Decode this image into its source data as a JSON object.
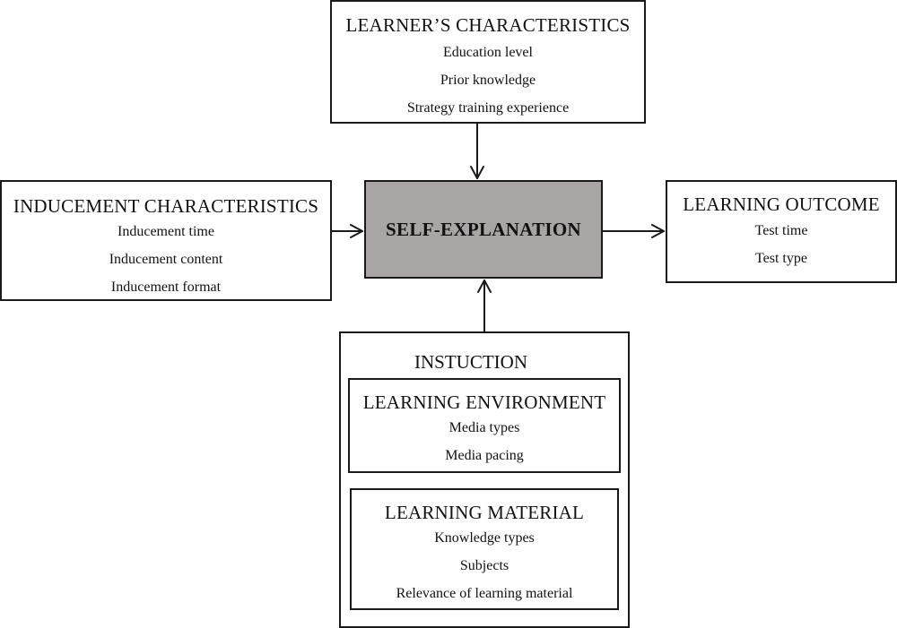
{
  "learner": {
    "title": "LEARNER’S CHARACTERISTICS",
    "items": [
      "Education level",
      "Prior knowledge",
      "Strategy training experience"
    ]
  },
  "inducement": {
    "title": "INDUCEMENT CHARACTERISTICS",
    "items": [
      "Inducement time",
      "Inducement content",
      "Inducement format"
    ]
  },
  "center": {
    "label": "SELF-EXPLANATION",
    "fill_color": "#a8a5a4"
  },
  "outcome": {
    "title": "LEARNING OUTCOME",
    "items": [
      "Test time",
      "Test type"
    ]
  },
  "instruction": {
    "title": "INSTUCTION",
    "environment": {
      "title": "LEARNING ENVIRONMENT",
      "items": [
        "Media types",
        "Media pacing"
      ]
    },
    "material": {
      "title": "LEARNING MATERIAL",
      "items": [
        "Knowledge types",
        "Subjects",
        "Relevance of learning material"
      ]
    }
  }
}
